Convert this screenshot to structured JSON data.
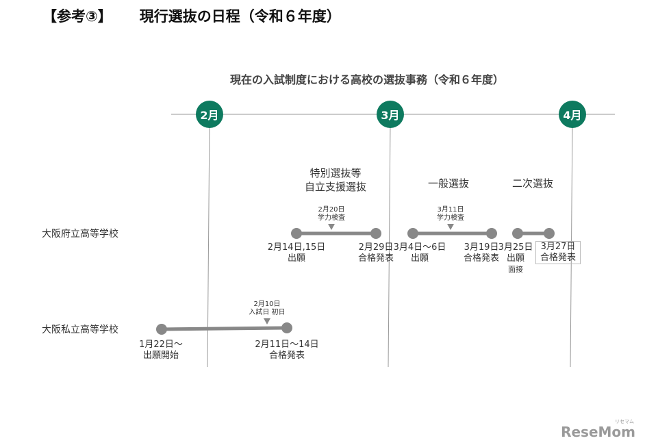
{
  "header": {
    "ref": "【参考③】",
    "title": "現行選抜の日程（令和６年度）"
  },
  "diagram_title": "現在の入試制度における高校の選抜事務（令和６年度）",
  "months": [
    "2月",
    "3月",
    "4月"
  ],
  "rows": {
    "prefectural": "大阪府立高等学校",
    "private": "大阪私立高等学校"
  },
  "sections": {
    "special": [
      "特別選抜等",
      "自立支援選抜"
    ],
    "general": "一般選抜",
    "second": "二次選抜"
  },
  "events": {
    "special_start": [
      "2月14日,15日",
      "出願"
    ],
    "special_mid": [
      "2月20日",
      "学力検査"
    ],
    "special_end": [
      "2月29日",
      "合格発表"
    ],
    "general_start": [
      "3月4日～6日",
      "出願"
    ],
    "general_mid": [
      "3月11日",
      "学力検査"
    ],
    "general_end": [
      "3月19日",
      "合格発表"
    ],
    "second_start": [
      "3月25日",
      "出願",
      "面接"
    ],
    "second_end": [
      "3月27日",
      "合格発表"
    ],
    "private_start": [
      "1月22日～",
      "出願開始"
    ],
    "private_mid": [
      "2月10日",
      "入試日 初日"
    ],
    "private_end": [
      "2月11日～14日",
      "合格発表"
    ]
  },
  "watermark": {
    "brand": "ReseMom",
    "kana": "リセマム"
  },
  "colors": {
    "month_circle": "#0e7a5f",
    "timeline": "#888888",
    "axis": "#999999"
  }
}
